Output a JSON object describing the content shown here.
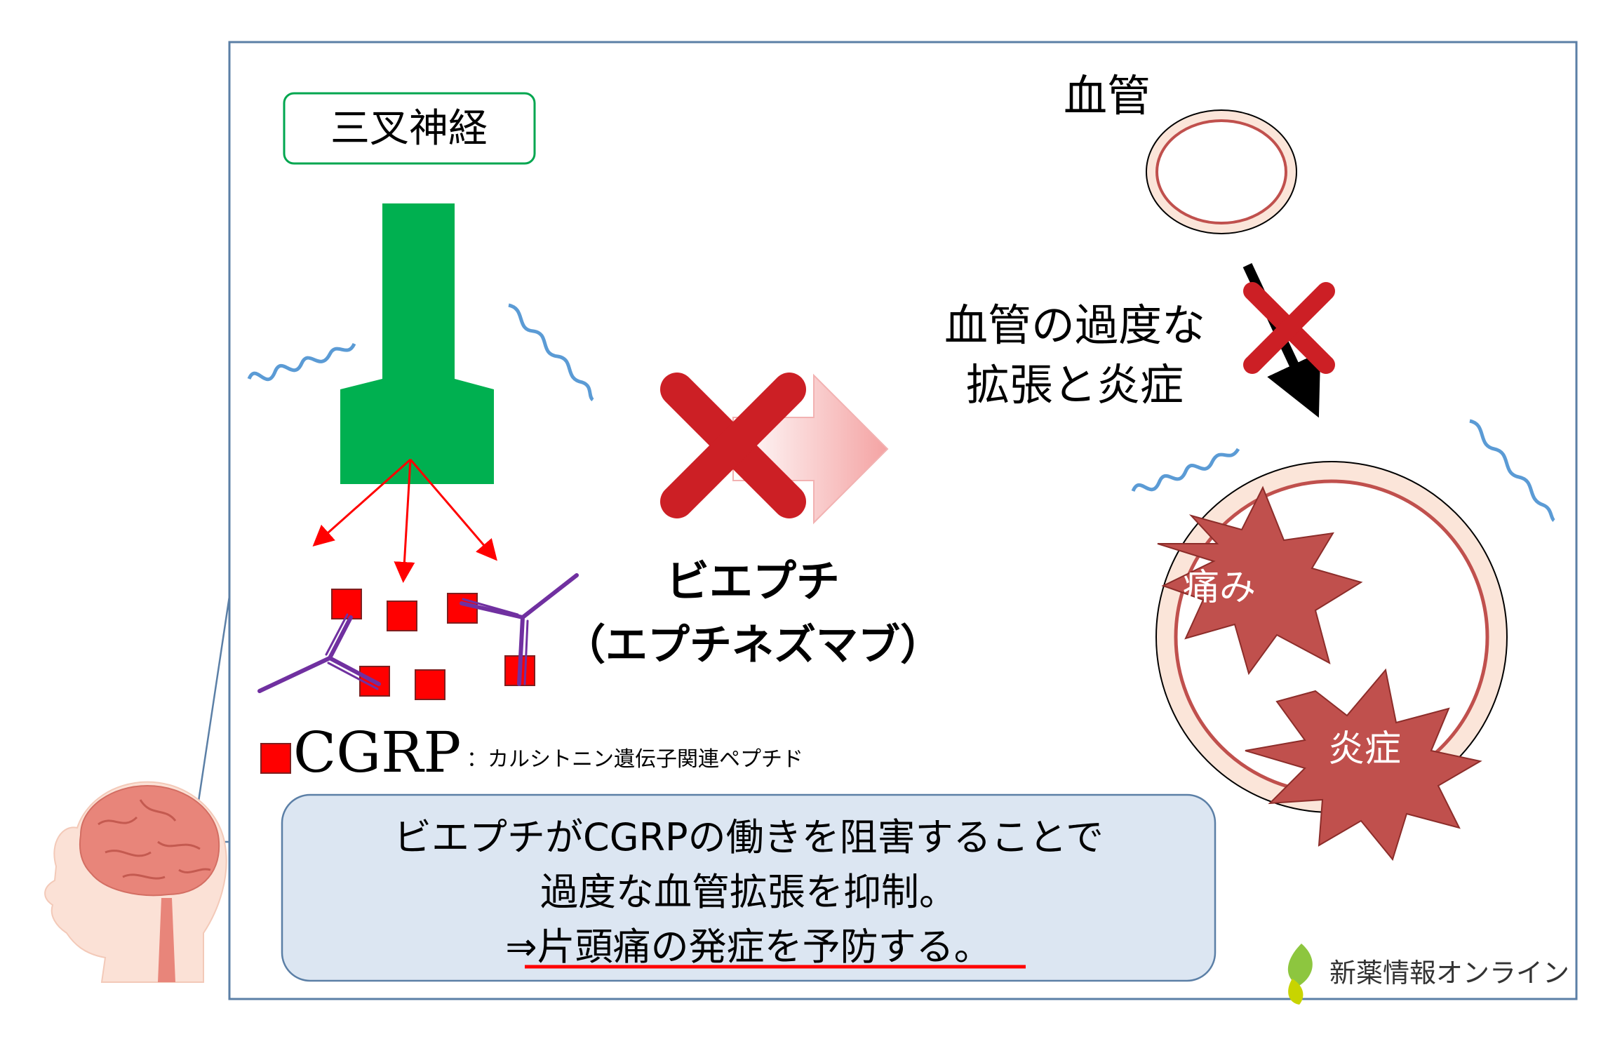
{
  "nerve": {
    "label": "三叉神経",
    "color": "#00b050"
  },
  "cgrp": {
    "label": "CGRP",
    "description": "：カルシトニン遺伝子関連ペプチド",
    "color": "#ff0000"
  },
  "drug": {
    "name": "ビエプチ",
    "generic": "（エプチネズマブ）"
  },
  "vessel": {
    "label": "血管",
    "effect_line1": "血管の過度な",
    "effect_line2": "拡張と炎症"
  },
  "symptoms": {
    "pain": "痛み",
    "inflammation": "炎症"
  },
  "summary": {
    "line1": "ビエプチがCGRPの働きを阻害することで",
    "line2": "過度な血管拡張を抑制。",
    "line3_prefix": "⇒",
    "line3_underlined": "片頭痛の発症を予防する。"
  },
  "brand": {
    "name": "新薬情報オンライン",
    "icon": "leaf-logo-icon"
  },
  "colors": {
    "block_cross": "#cc1f25",
    "antibody": "#7030a0",
    "signal_wave": "#5b9bd5",
    "vessel_wall": "#c0504d",
    "burst": "#c0504d"
  }
}
